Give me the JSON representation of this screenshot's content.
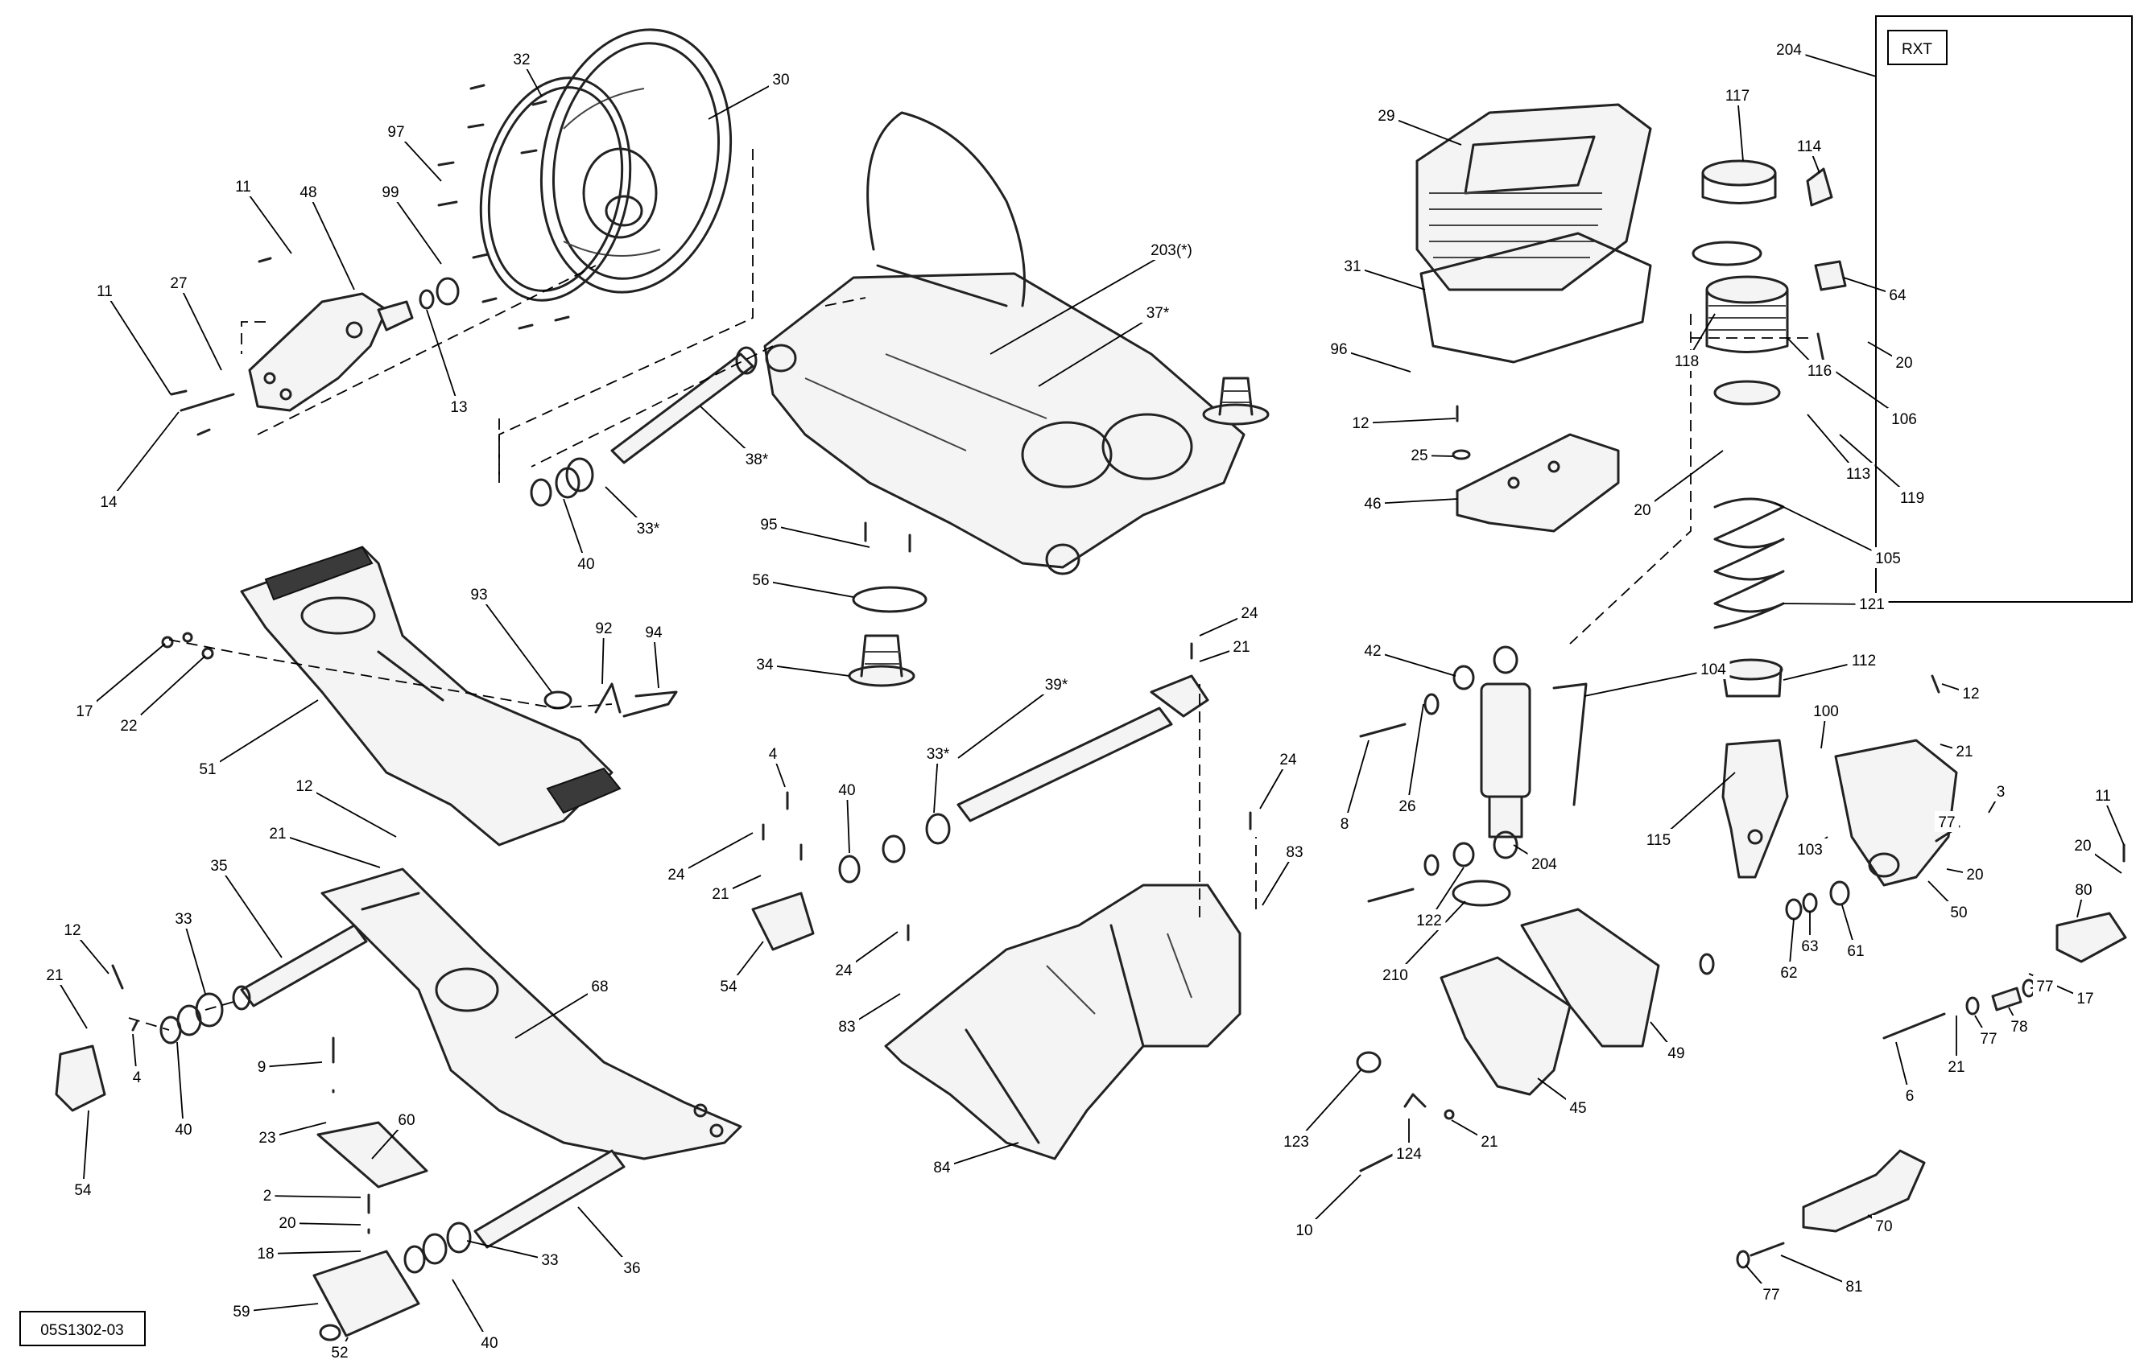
{
  "diagram": {
    "ref_code": "05S1302-03",
    "inset_label": "RXT",
    "callouts": [
      {
        "id": "c1",
        "text": "32"
      },
      {
        "id": "c2",
        "text": "30"
      },
      {
        "id": "c3",
        "text": "97"
      },
      {
        "id": "c4",
        "text": "99"
      },
      {
        "id": "c5",
        "text": "11"
      },
      {
        "id": "c6",
        "text": "48"
      },
      {
        "id": "c7",
        "text": "11"
      },
      {
        "id": "c8",
        "text": "27"
      },
      {
        "id": "c9",
        "text": "13"
      },
      {
        "id": "c10",
        "text": "14"
      },
      {
        "id": "c11",
        "text": "203(*)"
      },
      {
        "id": "c12",
        "text": "37*"
      },
      {
        "id": "c13",
        "text": "38*"
      },
      {
        "id": "c14",
        "text": "33*"
      },
      {
        "id": "c15",
        "text": "40"
      },
      {
        "id": "c16",
        "text": "95"
      },
      {
        "id": "c17",
        "text": "56"
      },
      {
        "id": "c18",
        "text": "34"
      },
      {
        "id": "c19",
        "text": "93"
      },
      {
        "id": "c20",
        "text": "92"
      },
      {
        "id": "c21",
        "text": "94"
      },
      {
        "id": "c22",
        "text": "17"
      },
      {
        "id": "c23",
        "text": "22"
      },
      {
        "id": "c24",
        "text": "51"
      },
      {
        "id": "c25",
        "text": "12"
      },
      {
        "id": "c26",
        "text": "21"
      },
      {
        "id": "c27",
        "text": "35"
      },
      {
        "id": "c28",
        "text": "33"
      },
      {
        "id": "c29",
        "text": "12"
      },
      {
        "id": "c30",
        "text": "21"
      },
      {
        "id": "c31",
        "text": "4"
      },
      {
        "id": "c32",
        "text": "40"
      },
      {
        "id": "c33",
        "text": "54"
      },
      {
        "id": "c34",
        "text": "68"
      },
      {
        "id": "c35",
        "text": "9"
      },
      {
        "id": "c36",
        "text": "23"
      },
      {
        "id": "c37",
        "text": "60"
      },
      {
        "id": "c38",
        "text": "2"
      },
      {
        "id": "c39",
        "text": "20"
      },
      {
        "id": "c40",
        "text": "18"
      },
      {
        "id": "c41",
        "text": "33"
      },
      {
        "id": "c42",
        "text": "36"
      },
      {
        "id": "c43",
        "text": "59"
      },
      {
        "id": "c44",
        "text": "52"
      },
      {
        "id": "c45",
        "text": "40"
      },
      {
        "id": "c46",
        "text": "24"
      },
      {
        "id": "c47",
        "text": "21"
      },
      {
        "id": "c48",
        "text": "39*"
      },
      {
        "id": "c49",
        "text": "4"
      },
      {
        "id": "c50",
        "text": "33*"
      },
      {
        "id": "c51",
        "text": "40"
      },
      {
        "id": "c52",
        "text": "24"
      },
      {
        "id": "c53",
        "text": "21"
      },
      {
        "id": "c54",
        "text": "54"
      },
      {
        "id": "c55",
        "text": "24"
      },
      {
        "id": "c56",
        "text": "83"
      },
      {
        "id": "c57",
        "text": "24"
      },
      {
        "id": "c58",
        "text": "83"
      },
      {
        "id": "c59",
        "text": "84"
      },
      {
        "id": "c60",
        "text": "29"
      },
      {
        "id": "c61",
        "text": "31"
      },
      {
        "id": "c62",
        "text": "96"
      },
      {
        "id": "c63",
        "text": "12"
      },
      {
        "id": "c64",
        "text": "25"
      },
      {
        "id": "c65",
        "text": "46"
      },
      {
        "id": "c66",
        "text": "42"
      },
      {
        "id": "c67",
        "text": "104"
      },
      {
        "id": "c68",
        "text": "8"
      },
      {
        "id": "c69",
        "text": "26"
      },
      {
        "id": "c70",
        "text": "204"
      },
      {
        "id": "c71",
        "text": "122"
      },
      {
        "id": "c72",
        "text": "210"
      },
      {
        "id": "c73",
        "text": "123"
      },
      {
        "id": "c74",
        "text": "124"
      },
      {
        "id": "c75",
        "text": "21"
      },
      {
        "id": "c76",
        "text": "45"
      },
      {
        "id": "c77",
        "text": "10"
      },
      {
        "id": "c78",
        "text": "49"
      },
      {
        "id": "c79",
        "text": "117"
      },
      {
        "id": "c80",
        "text": "114"
      },
      {
        "id": "c81",
        "text": "64"
      },
      {
        "id": "c82",
        "text": "118"
      },
      {
        "id": "c83",
        "text": "116"
      },
      {
        "id": "c84",
        "text": "20"
      },
      {
        "id": "c85",
        "text": "106"
      },
      {
        "id": "c86",
        "text": "113"
      },
      {
        "id": "c87",
        "text": "20"
      },
      {
        "id": "c88",
        "text": "119"
      },
      {
        "id": "c89",
        "text": "105"
      },
      {
        "id": "c90",
        "text": "121"
      },
      {
        "id": "c91",
        "text": "112"
      },
      {
        "id": "c92",
        "text": "115"
      },
      {
        "id": "c93",
        "text": "100"
      },
      {
        "id": "c94",
        "text": "103"
      },
      {
        "id": "c95",
        "text": "12"
      },
      {
        "id": "c96",
        "text": "21"
      },
      {
        "id": "c97",
        "text": "3"
      },
      {
        "id": "c98",
        "text": "77"
      },
      {
        "id": "c99",
        "text": "20"
      },
      {
        "id": "c100",
        "text": "50"
      },
      {
        "id": "c101",
        "text": "62"
      },
      {
        "id": "c102",
        "text": "63"
      },
      {
        "id": "c103",
        "text": "61"
      },
      {
        "id": "c104",
        "text": "11"
      },
      {
        "id": "c105",
        "text": "20"
      },
      {
        "id": "c106",
        "text": "80"
      },
      {
        "id": "c107",
        "text": "17"
      },
      {
        "id": "c108",
        "text": "77"
      },
      {
        "id": "c109",
        "text": "78"
      },
      {
        "id": "c110",
        "text": "77"
      },
      {
        "id": "c111",
        "text": "6"
      },
      {
        "id": "c112",
        "text": "21"
      },
      {
        "id": "c113",
        "text": "70"
      },
      {
        "id": "c114",
        "text": "77"
      },
      {
        "id": "c115",
        "text": "81"
      },
      {
        "id": "c116",
        "text": "204"
      }
    ]
  }
}
